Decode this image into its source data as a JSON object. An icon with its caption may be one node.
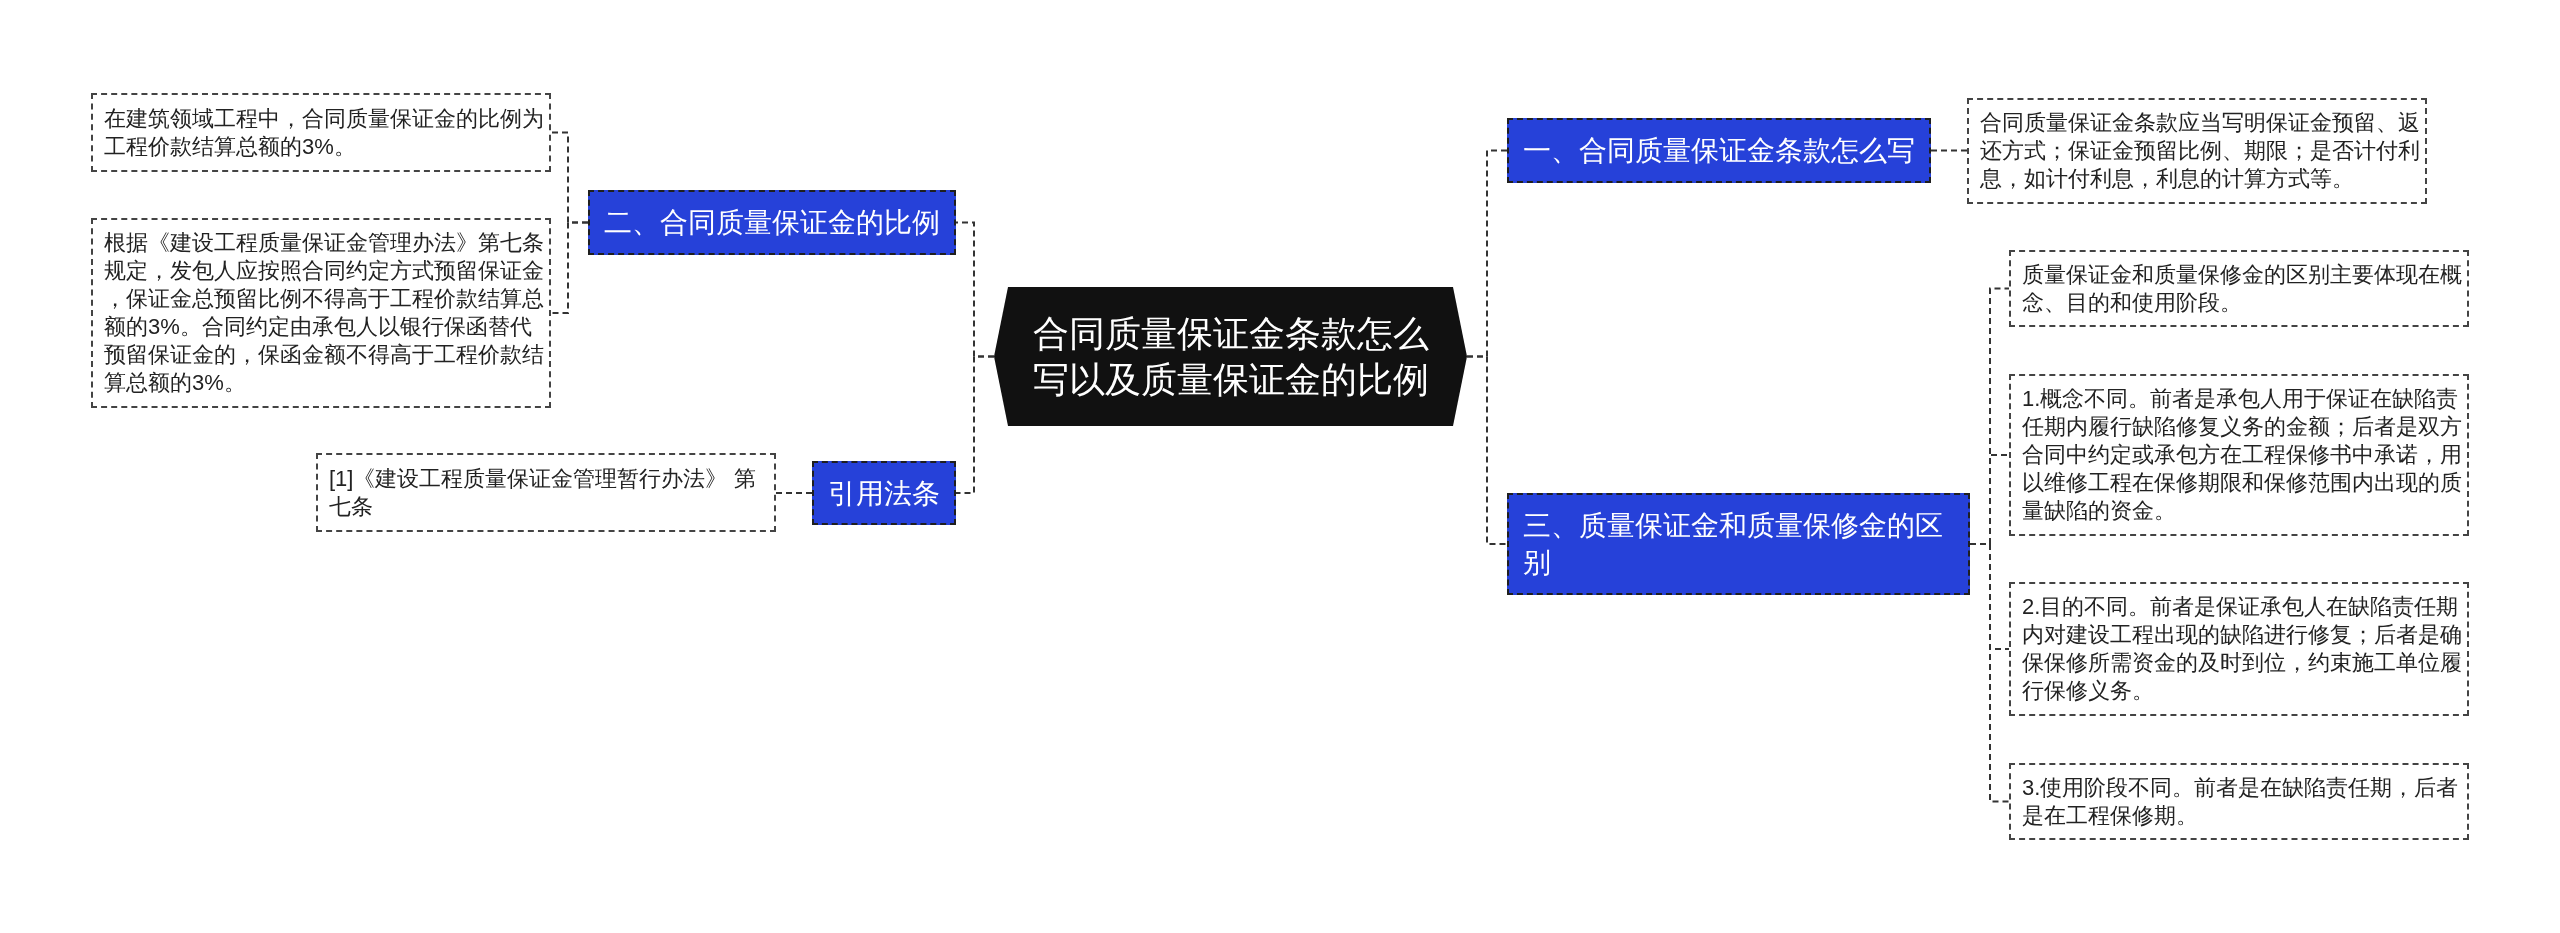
{
  "diagram": {
    "nodes": [
      {
        "text": [
          "合同质量保证金条款怎么写以及质量保证金的比例"
        ]
      },
      {
        "text": [
          "二、合同质量保证金的比例"
        ]
      },
      {
        "text": [
          "在建筑领域工程中，合同质量保证金的比例为工程价款结算总额的3%。"
        ]
      },
      {
        "text": [
          "根据《建设工程质量保证金管理办法》第七条规定，发包人应按照合同约定方式预留保证金，保证金总预留比例不得高于工程价款结算总额的3%。合同约定由承包人以银行保函替代预留保证金的，保函金额不得高于工程价款结算总额的3%。"
        ]
      },
      {
        "text": [
          "引用法条"
        ]
      },
      {
        "text": [
          "[1]《建设工程质量保证金管理暂行办法》 第七条"
        ]
      },
      {
        "text": [
          "一、合同质量保证金条款怎么写"
        ]
      },
      {
        "text": [
          "合同质量保证金条款应当写明保证金预留、返还方式；保证金预留比例、期限；是否计付利息，如计付利息，利息的计算方式等。"
        ]
      },
      {
        "text": [
          "三、质量保证金和质量保修金的区别"
        ]
      },
      {
        "text": [
          "质量保证金和质量保修金的区别主要体现在概念、目的和使用阶段。"
        ]
      },
      {
        "text": [
          "1.概念不同。前者是承包人用于保证在缺陷责任期内履行缺陷修复义务的金额；后者是双方合同中约定或承包方在工程保修书中承诺，用以维修工程在保修期限和保修范围内出现的质量缺陷的资金。"
        ]
      },
      {
        "text": [
          "2.目的不同。前者是保证承包人在缺陷责任期内对建设工程出现的缺陷进行修复；后者是确保保修所需资金的及时到位，约束施工单位履行保修义务。"
        ]
      },
      {
        "text": [
          "3.使用阶段不同。前者是在缺陷责任期，后者是在工程保修期。"
        ]
      }
    ],
    "edges": [
      {
        "from": 0,
        "to": 1,
        "arrow": "none"
      },
      {
        "from": 1,
        "to": 2,
        "arrow": "none"
      },
      {
        "from": 1,
        "to": 3,
        "arrow": "none"
      },
      {
        "from": 0,
        "to": 4,
        "arrow": "none"
      },
      {
        "from": 4,
        "to": 5,
        "arrow": "none"
      },
      {
        "from": 0,
        "to": 6,
        "arrow": "none"
      },
      {
        "from": 6,
        "to": 7,
        "arrow": "none"
      },
      {
        "from": 0,
        "to": 8,
        "arrow": "none"
      },
      {
        "from": 8,
        "to": 9,
        "arrow": "none"
      },
      {
        "from": 8,
        "to": 10,
        "arrow": "none"
      },
      {
        "from": 8,
        "to": 11,
        "arrow": "none"
      },
      {
        "from": 8,
        "to": 12,
        "arrow": "none"
      }
    ]
  }
}
